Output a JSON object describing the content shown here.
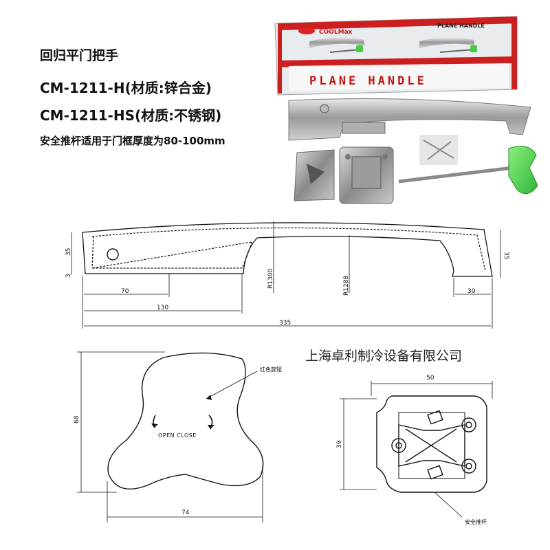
{
  "header": {
    "title": "回归平门把手",
    "model_h": "CM-1211-H(材质:锌合金)",
    "model_hs": "CM-1211-HS(材质:不锈钢)",
    "note": "安全推杆适用于门框厚度为80-100mm"
  },
  "box": {
    "brand": "COOLMax",
    "label_top": "PLANE HANDLE",
    "label_main": "PLANE HANDLE"
  },
  "handle_drawing": {
    "dim_35_left": "35",
    "dim_3": "3",
    "dim_35_right": "35",
    "dim_r1300": "R1300",
    "dim_r1288": "R1288",
    "dim_70": "70",
    "dim_30": "30",
    "dim_130": "130",
    "dim_335": "335"
  },
  "company": "上海卓利制冷设备有限公司",
  "knob_drawing": {
    "callout": "红色旋钮",
    "open_close": "OPEN  CLOSE",
    "dim_68": "68",
    "dim_74": "74"
  },
  "plate_drawing": {
    "dim_50": "50",
    "dim_39": "39",
    "callout": "安全推杆"
  }
}
